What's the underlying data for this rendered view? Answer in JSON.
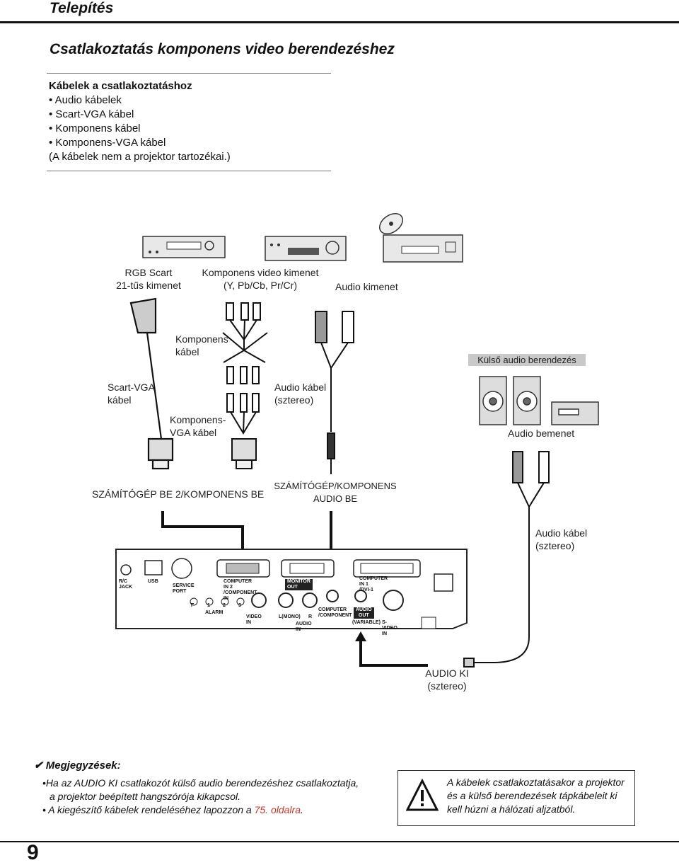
{
  "header": {
    "title": "Telepítés"
  },
  "section": {
    "title": "Csatlakoztatás komponens video berendezéshez"
  },
  "cables": {
    "title": "Kábelek a csatlakoztatáshoz",
    "items": [
      "Audio kábelek",
      "Scart-VGA kábel",
      "Komponens kábel",
      "Komponens-VGA kábel"
    ],
    "note": "(A kábelek nem a projektor tartozékai.)"
  },
  "diagram": {
    "rgb_scart_1": "RGB Scart",
    "rgb_scart_2": "21-tűs kimenet",
    "component_out_1": "Komponens video kimenet",
    "component_out_2": "(Y, Pb/Cb, Pr/Cr)",
    "audio_out": "Audio kimenet",
    "component_cable_1": "Komponens",
    "component_cable_2": "kábel",
    "external_audio": "Külső audio berendezés",
    "scart_vga_1": "Scart-VGA",
    "scart_vga_2": "kábel",
    "audio_cable_1": "Audio kábel",
    "audio_cable_2": "(sztereo)",
    "comp_vga_1": "Komponens-",
    "comp_vga_2": "VGA kábel",
    "audio_in": "Audio bemenet",
    "computer_in2": "SZÁMÍTÓGÉP BE 2/KOMPONENS BE",
    "computer_audio_1": "SZÁMÍTÓGÉP/KOMPONENS",
    "computer_audio_2": "AUDIO BE",
    "audio_cable_r1": "Audio kábel",
    "audio_cable_r2": "(sztereo)",
    "audio_ki_1": "AUDIO KI",
    "audio_ki_2": "(sztereo)",
    "panel": {
      "rc_jack_1": "R/C",
      "rc_jack_2": "JACK",
      "usb": "USB",
      "service_1": "SERVICE",
      "service_2": "PORT",
      "comp_in2_1": "COMPUTER IN 2",
      "comp_in2_2": "/COMPONENT IN",
      "monitor_out": "MONITOR OUT",
      "comp_in1_1": "COMPUTER IN 1",
      "comp_in1_2": "/DVI-1",
      "f": "F",
      "n1": "1",
      "n2": "2",
      "n3": "3",
      "alarm": "ALARM",
      "video_in": "VIDEO IN",
      "lmono": "L(MONO)",
      "r": "R",
      "computer": "COMPUTER",
      "component": "/COMPONENT",
      "audio_in_p": "AUDIO IN",
      "audio": "AUDIO",
      "out": "OUT",
      "variable": "(VARIABLE)",
      "svideo": "S-VIDEO IN"
    }
  },
  "notes": {
    "title": "Megjegyzések:",
    "line1": "•Ha az AUDIO KI csatlakozót külső audio berendezéshez csatlakoztatja,",
    "line2": "a projektor beépített hangszórója kikapcsol.",
    "line3_a": "•  A kiegészítő kábelek rendeléséhez lapozzon a ",
    "line3_link": "75. oldalra",
    "line3_b": "."
  },
  "warning": {
    "line1": "A kábelek csatlakoztatásakor a projektor",
    "line2": "és a külső berendezések tápkábeleit ki",
    "line3": "kell húzni a hálózati aljzatból."
  },
  "page_number": "9",
  "colors": {
    "text": "#111111",
    "link": "#c0392b",
    "label_box": "#c9c9c9"
  }
}
